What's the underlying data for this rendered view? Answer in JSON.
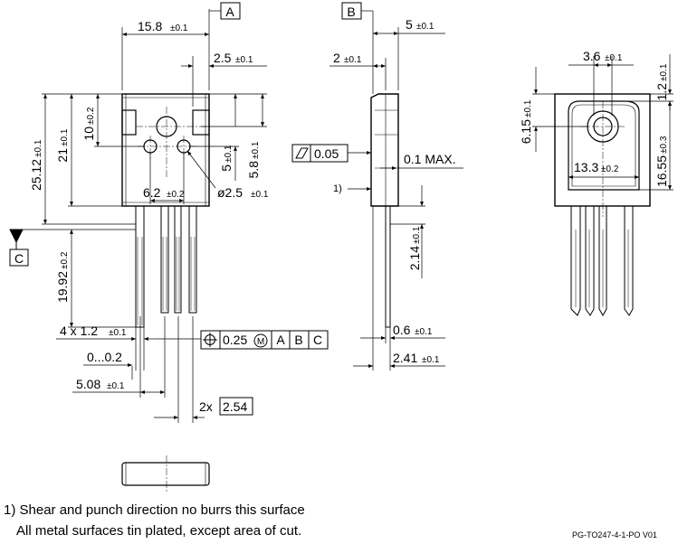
{
  "datums": {
    "a": "A",
    "b": "B",
    "c": "C"
  },
  "dims": {
    "width": {
      "value": "15.8",
      "tol": "±0.1"
    },
    "tab_off": {
      "value": "2.5",
      "tol": "±0.1"
    },
    "hole_h": {
      "value": "10",
      "tol": "±0.2"
    },
    "body_h": {
      "value": "21",
      "tol": "±0.1"
    },
    "overall_h": {
      "value": "25.12",
      "tol": "±0.1"
    },
    "hole_y": {
      "value": "5",
      "tol": "±0.1"
    },
    "hole_y2": {
      "value": "5.8",
      "tol": "±0.1"
    },
    "holes_sp": {
      "value": "6.2",
      "tol": "±0.2"
    },
    "hole_dia": {
      "value": "ø2.5",
      "tol": "±0.1"
    },
    "lead_len": {
      "value": "19.92",
      "tol": "±0.2"
    },
    "lead_w": {
      "value": "4 x 1.2",
      "tol": "±0.1"
    },
    "lead_gap": {
      "value": "0...0.2"
    },
    "lead_span": {
      "value": "5.08",
      "tol": "±0.1"
    },
    "pitch_mult": {
      "value": "2x"
    },
    "pitch": {
      "value": "2.54"
    },
    "side_t": {
      "value": "5",
      "tol": "±0.1"
    },
    "side_tab": {
      "value": "2",
      "tol": "±0.1"
    },
    "flatness": {
      "value": "0.05"
    },
    "protr": {
      "value": "0.1 MAX."
    },
    "side_note_ref": {
      "value": "1)"
    },
    "side_lead_h": {
      "value": "2.14",
      "tol": "±0.1"
    },
    "side_lead_t": {
      "value": "0.6",
      "tol": "±0.1"
    },
    "side_lead_off": {
      "value": "2.41",
      "tol": "±0.1"
    },
    "rear_hole": {
      "value": "3.6",
      "tol": "±0.1"
    },
    "rear_top": {
      "value": "1.2",
      "tol": "±0.1"
    },
    "rear_hy": {
      "value": "6.15",
      "tol": "±0.1"
    },
    "rear_pad_w": {
      "value": "13.3",
      "tol": "±0.2"
    },
    "rear_pad_h": {
      "value": "16.55",
      "tol": "±0.3"
    }
  },
  "position_tol": {
    "value": "0.25",
    "modifier": "M",
    "refs": [
      "A",
      "B",
      "C"
    ]
  },
  "notes": {
    "line1": "1) Shear and punch direction no burrs this surface",
    "line2": "All metal surfaces tin plated, except area of cut."
  },
  "drawing_code": "PG-TO247-4-1-PO   V01"
}
